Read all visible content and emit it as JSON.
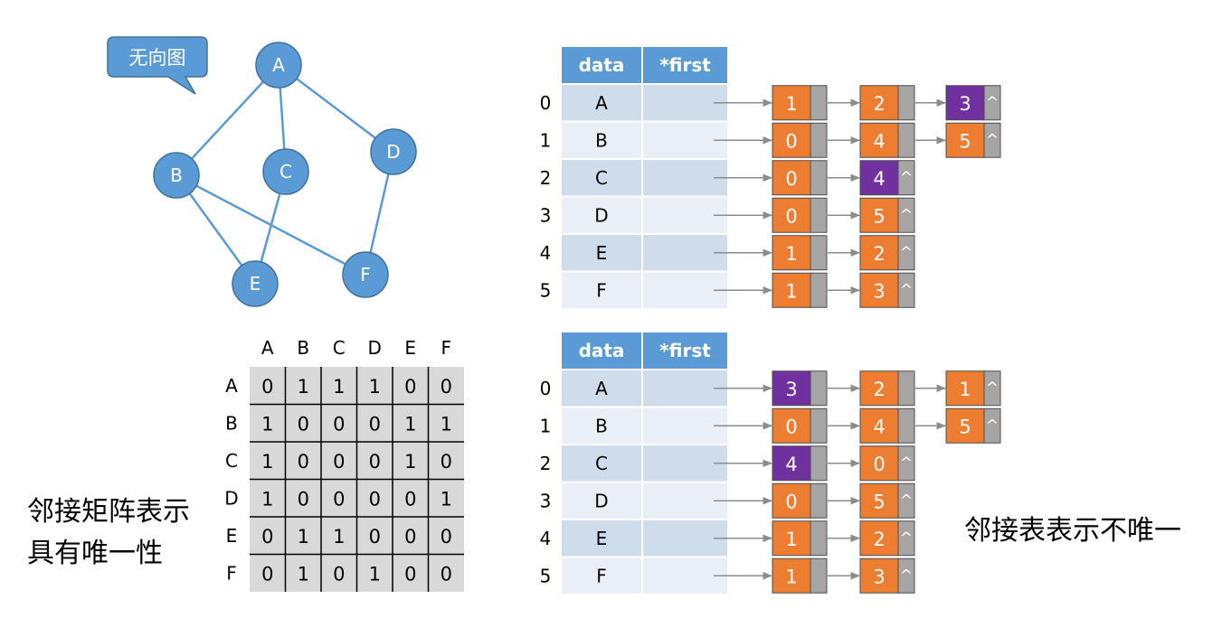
{
  "callout": {
    "text": "无向图"
  },
  "graph": {
    "nodes": [
      {
        "id": "A"
      },
      {
        "id": "B"
      },
      {
        "id": "C"
      },
      {
        "id": "D"
      },
      {
        "id": "E"
      },
      {
        "id": "F"
      }
    ],
    "edges": [
      [
        "A",
        "B"
      ],
      [
        "A",
        "C"
      ],
      [
        "A",
        "D"
      ],
      [
        "B",
        "E"
      ],
      [
        "B",
        "F"
      ],
      [
        "C",
        "E"
      ],
      [
        "D",
        "F"
      ]
    ]
  },
  "matrix": {
    "labels": [
      "A",
      "B",
      "C",
      "D",
      "E",
      "F"
    ],
    "rows": [
      [
        0,
        1,
        1,
        1,
        0,
        0
      ],
      [
        1,
        0,
        0,
        0,
        1,
        1
      ],
      [
        1,
        0,
        0,
        0,
        1,
        0
      ],
      [
        1,
        0,
        0,
        0,
        0,
        1
      ],
      [
        0,
        1,
        1,
        0,
        0,
        0
      ],
      [
        0,
        1,
        0,
        1,
        0,
        0
      ]
    ]
  },
  "adjacency_tables": [
    {
      "headers": {
        "data": "data",
        "first": "*first"
      },
      "rows": [
        {
          "index": "0",
          "vertex": "A",
          "list": [
            "1",
            "2",
            "3"
          ]
        },
        {
          "index": "1",
          "vertex": "B",
          "list": [
            "0",
            "4",
            "5"
          ]
        },
        {
          "index": "2",
          "vertex": "C",
          "list": [
            "0",
            "4"
          ]
        },
        {
          "index": "3",
          "vertex": "D",
          "list": [
            "0",
            "5"
          ]
        },
        {
          "index": "4",
          "vertex": "E",
          "list": [
            "1",
            "2"
          ]
        },
        {
          "index": "5",
          "vertex": "F",
          "list": [
            "1",
            "3"
          ]
        }
      ],
      "purple": [
        [
          0,
          2
        ],
        [
          2,
          1
        ]
      ]
    },
    {
      "headers": {
        "data": "data",
        "first": "*first"
      },
      "rows": [
        {
          "index": "0",
          "vertex": "A",
          "list": [
            "3",
            "2",
            "1"
          ]
        },
        {
          "index": "1",
          "vertex": "B",
          "list": [
            "0",
            "4",
            "5"
          ]
        },
        {
          "index": "2",
          "vertex": "C",
          "list": [
            "4",
            "0"
          ]
        },
        {
          "index": "3",
          "vertex": "D",
          "list": [
            "0",
            "5"
          ]
        },
        {
          "index": "4",
          "vertex": "E",
          "list": [
            "1",
            "2"
          ]
        },
        {
          "index": "5",
          "vertex": "F",
          "list": [
            "1",
            "3"
          ]
        }
      ],
      "purple": [
        [
          0,
          0
        ],
        [
          2,
          0
        ]
      ]
    }
  ],
  "null_symbol": "^",
  "captions": {
    "matrix_line1": "邻接矩阵表示",
    "matrix_line2": "具有唯一性",
    "list_text": "邻接表表示不唯一"
  },
  "colors": {
    "node_fill": "#5b9bd5",
    "node_stroke": "#41719c",
    "header_fill": "#5b9bd5",
    "row_even": "#cfdcec",
    "row_odd": "#e9eef7",
    "orange": "#ed7d31",
    "purple": "#7030a0",
    "gray": "#a5a5a5",
    "matrix_bg": "#d9d9d9"
  }
}
